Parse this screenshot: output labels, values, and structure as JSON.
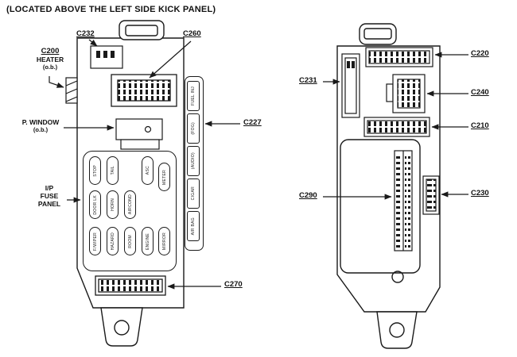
{
  "title": "(LOCATED ABOVE THE LEFT SIDE KICK PANEL)",
  "left_panel": {
    "connector_labels": {
      "c232": "C232",
      "c260": "C260",
      "c227": "C227",
      "c270": "C270"
    },
    "c200_label": {
      "line1": "C200",
      "line2": "HEATER",
      "line3": "(o.b.)"
    },
    "p_window_label": {
      "line1": "P. WINDOW",
      "line2": "(o.b.)"
    },
    "ip_fuse_label": {
      "line1": "I/P",
      "line2": "FUSE",
      "line3": "PANEL"
    },
    "side_strip": [
      "FUEL INJ",
      "(FOG)",
      "(AUDIO)",
      "CIGAR",
      "AIR BAG"
    ],
    "fuse_rows": {
      "row1": [
        "STOP",
        "TAIL",
        "ASC",
        "METER"
      ],
      "row2": [
        "DOOR LK",
        "HORN",
        "AIRCOND"
      ],
      "row3": [
        "F/WIPER",
        "HAZARD",
        "ROOM",
        "ENGINE",
        "MIRROR"
      ]
    }
  },
  "right_panel": {
    "connector_labels": {
      "c220": "C220",
      "c231": "C231",
      "c240": "C240",
      "c210": "C210",
      "c290": "C290",
      "c230": "C230"
    }
  }
}
